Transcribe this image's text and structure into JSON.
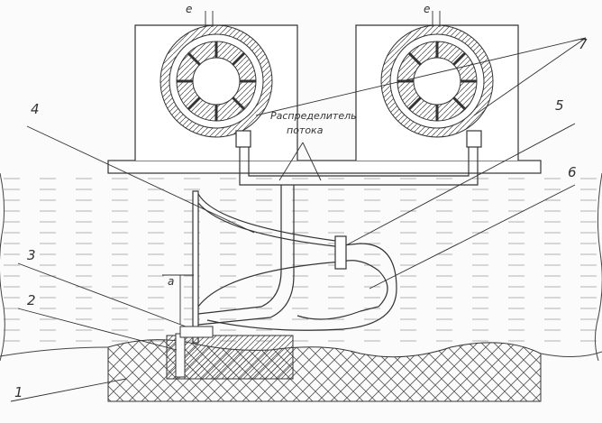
{
  "labels": {
    "gap_e_left": "e",
    "gap_e_right": "e",
    "part_7": "7",
    "flow_distributor_line1": "Распределитель",
    "flow_distributor_line2": "потока",
    "part_4": "4",
    "part_5": "5",
    "part_6": "6",
    "part_3": "3",
    "gap_a": "a",
    "part_2": "2",
    "part_1": "1"
  },
  "colors": {
    "line": "#3a3a3a",
    "water_line": "#8a8a8a",
    "hatch": "#555555"
  }
}
